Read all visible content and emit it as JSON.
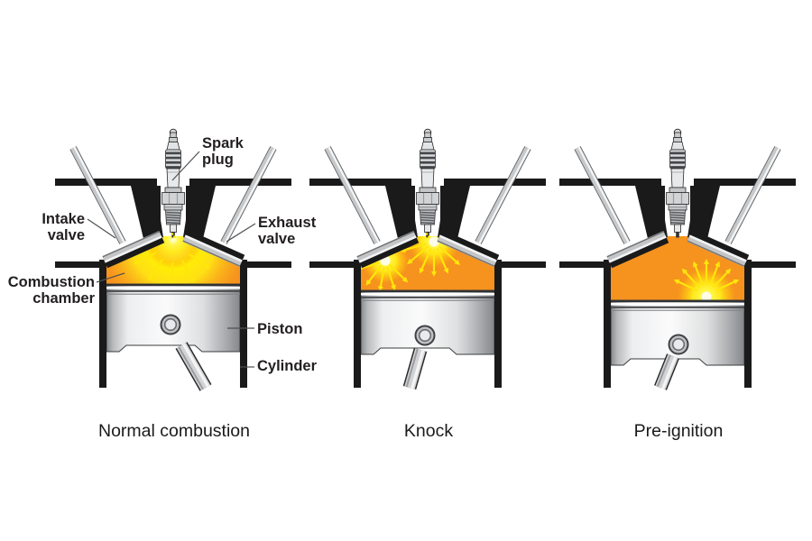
{
  "labels": {
    "spark_plug": {
      "line1": "Spark",
      "line2": "plug"
    },
    "intake_valve": {
      "line1": "Intake",
      "line2": "valve"
    },
    "exhaust_valve": {
      "line1": "Exhaust",
      "line2": "valve"
    },
    "combustion_chamber": {
      "line1": "Combustion",
      "line2": "chamber"
    },
    "piston": {
      "text": "Piston"
    },
    "cylinder": {
      "text": "Cylinder"
    }
  },
  "diagrams": [
    {
      "caption": "Normal combustion",
      "variant": "normal",
      "ignition_points": [
        "spark-plug"
      ]
    },
    {
      "caption": "Knock",
      "variant": "knock",
      "ignition_points": [
        "spark-plug",
        "end-gas-hot-spot"
      ]
    },
    {
      "caption": "Pre-ignition",
      "variant": "pre-ignition",
      "ignition_points": [
        "hot-spot-on-piston"
      ]
    }
  ],
  "colors": {
    "combustion_orange": "#F6921E",
    "flame_yellow": "#FFF200",
    "arrow_yellow": "#FFE60A",
    "engine_black": "#1A1A1A",
    "metal_light": "#F2F3F4",
    "metal_mid": "#C6C8CA",
    "metal_dark": "#85878A",
    "label_text": "#231F20",
    "caption_text": "#1A1A1A",
    "background": "#FFFFFF"
  }
}
